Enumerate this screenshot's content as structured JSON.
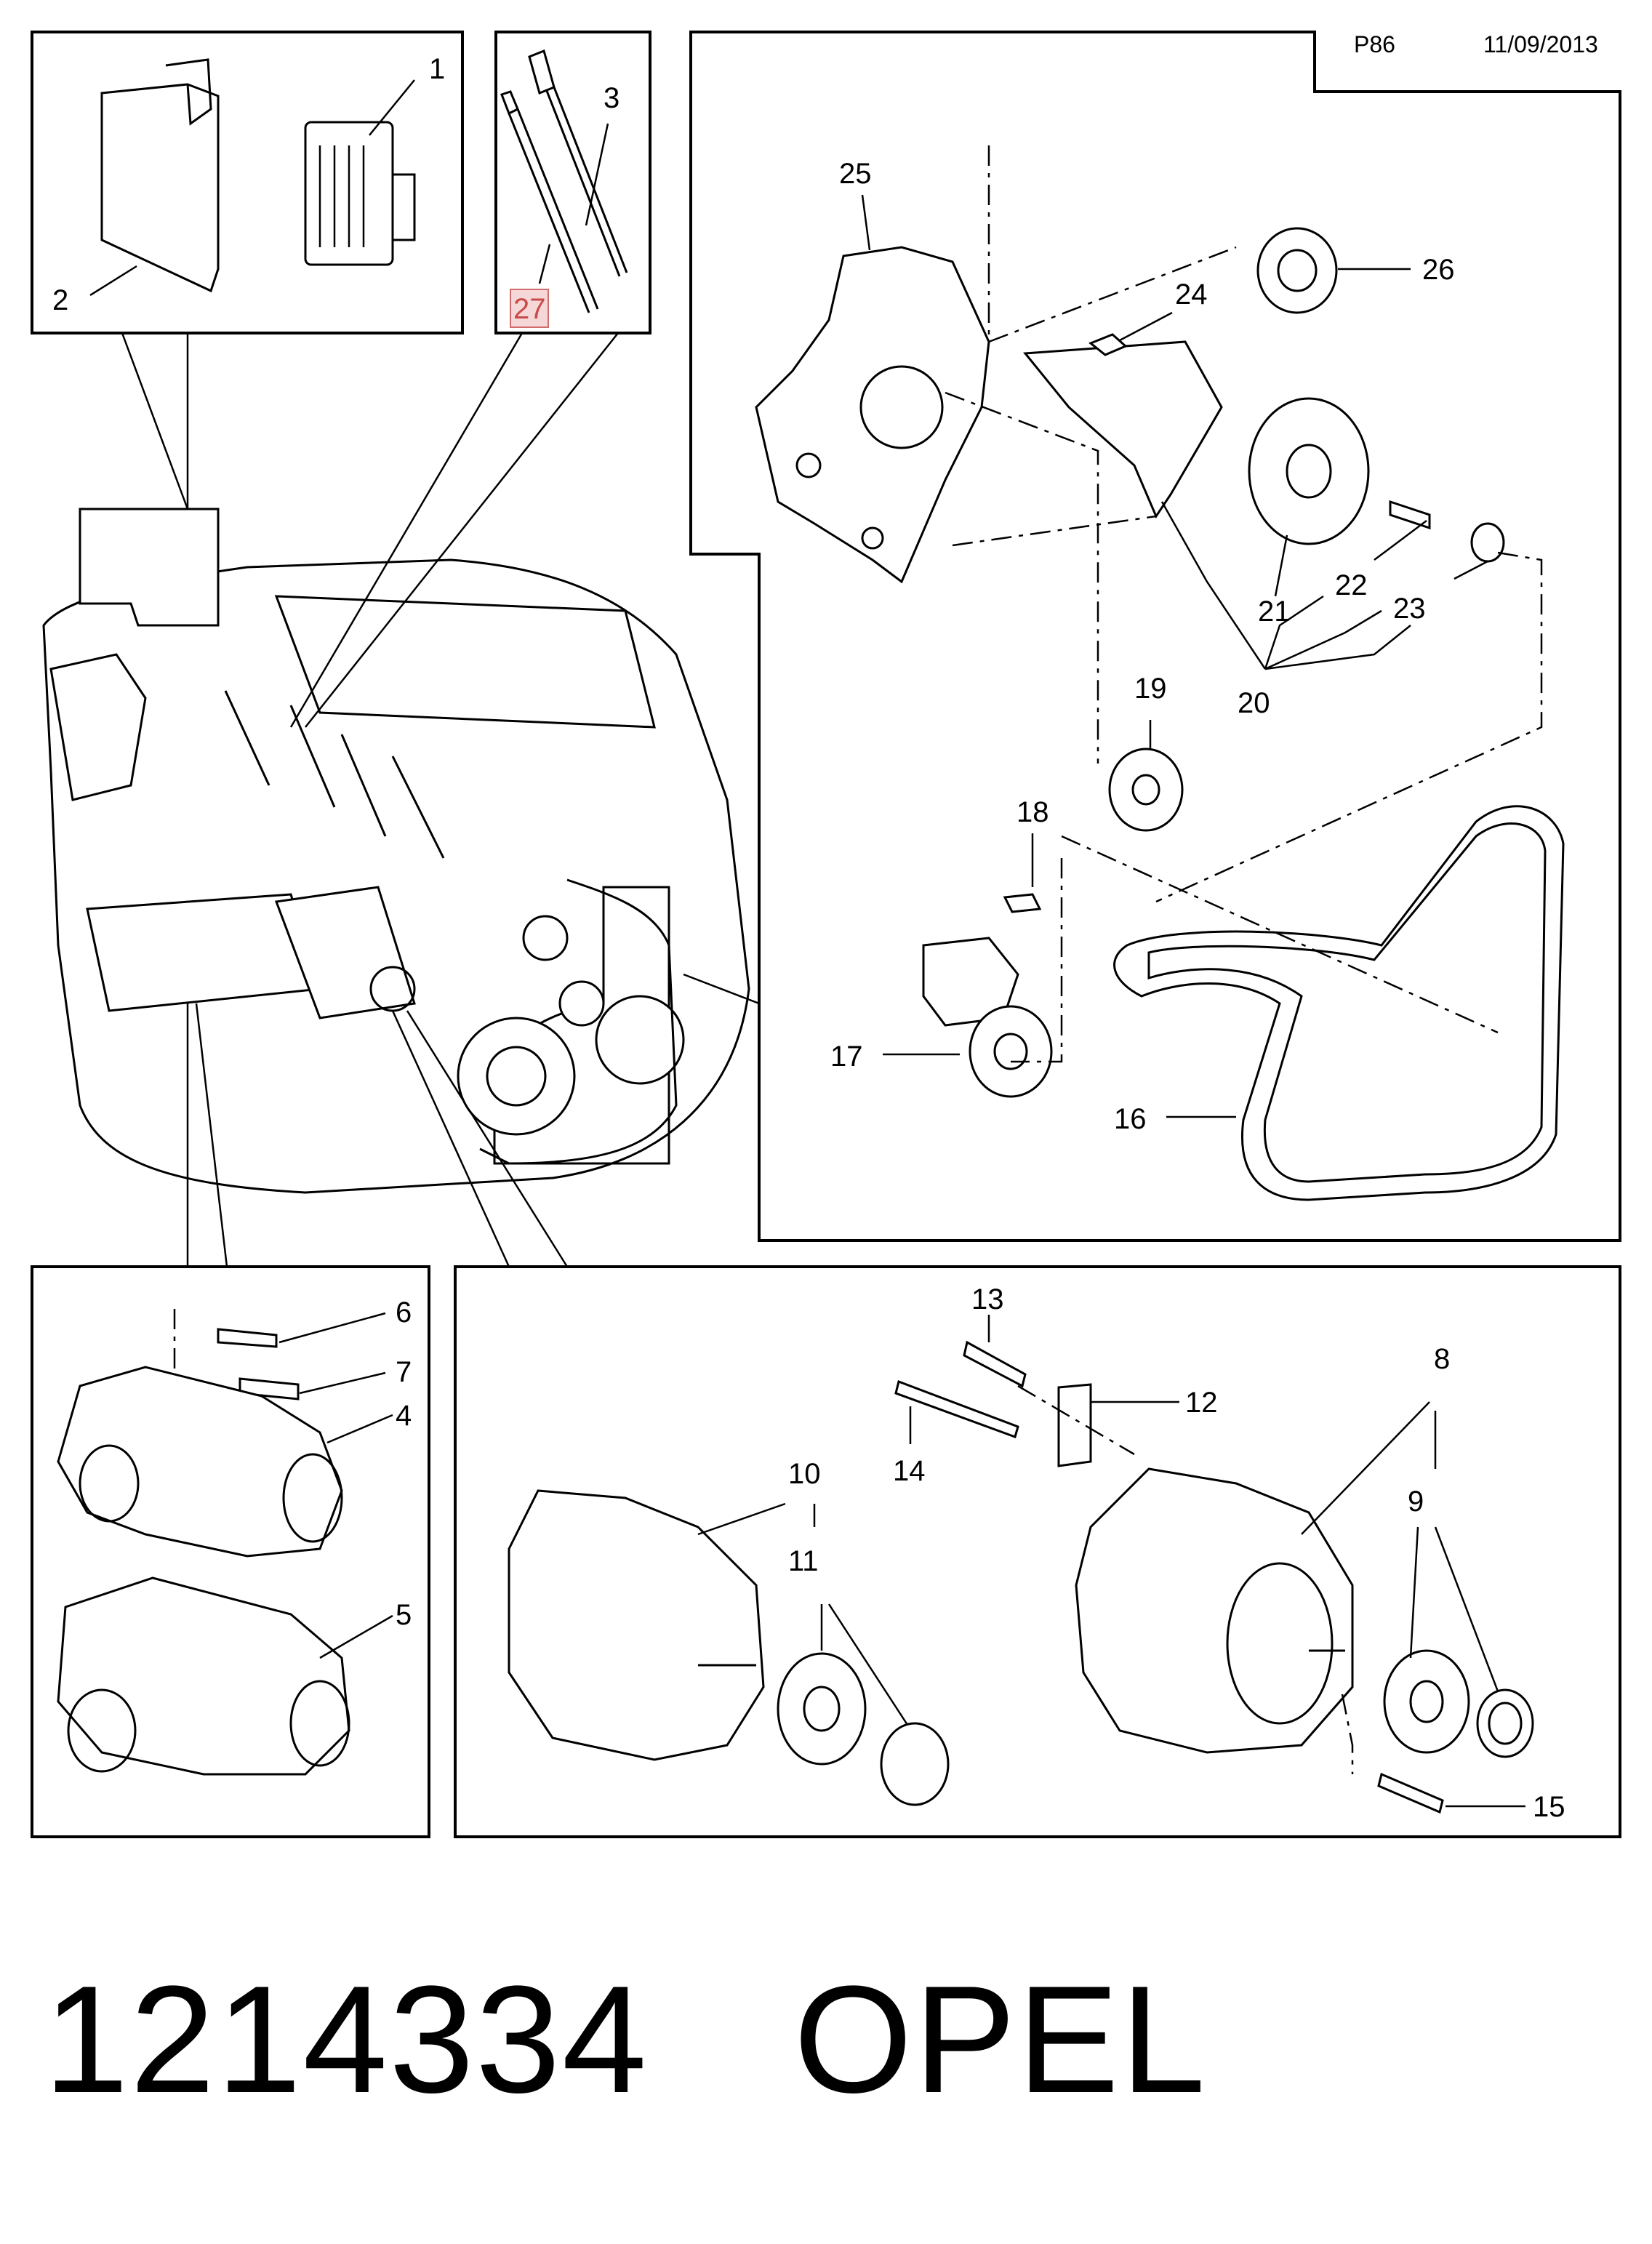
{
  "header": {
    "page_code": "P86",
    "date": "11/09/2013"
  },
  "callouts": {
    "c1": "1",
    "c2": "2",
    "c3": "3",
    "c4": "4",
    "c5": "5",
    "c6": "6",
    "c7": "7",
    "c8": "8",
    "c9": "9",
    "c10": "10",
    "c11": "11",
    "c12": "12",
    "c13": "13",
    "c14": "14",
    "c15": "15",
    "c16": "16",
    "c17": "17",
    "c18": "18",
    "c19": "19",
    "c20": "20",
    "c21": "21",
    "c22": "22",
    "c23": "23",
    "c24": "24",
    "c25": "25",
    "c26": "26",
    "c27": "27"
  },
  "highlight": {
    "callout": "27",
    "color": "#c94a4a"
  },
  "footer": {
    "part_number": "1214334",
    "brand": "OPEL"
  }
}
